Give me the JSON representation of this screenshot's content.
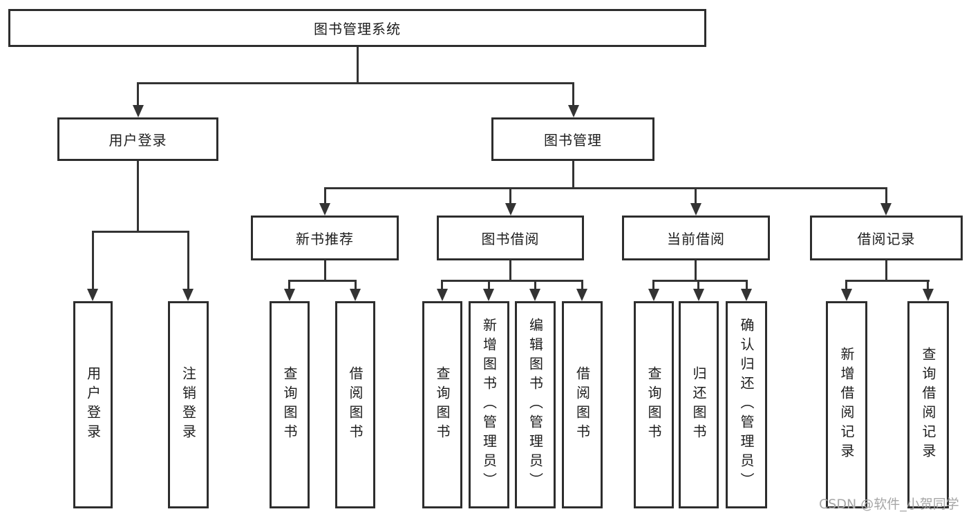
{
  "tree": {
    "label": "图书管理系统",
    "children": [
      {
        "label": "用户登录",
        "children": [
          {
            "label": "用户登录"
          },
          {
            "label": "注销登录"
          }
        ]
      },
      {
        "label": "图书管理",
        "children": [
          {
            "label": "新书推荐",
            "children": [
              {
                "label": "查询图书"
              },
              {
                "label": "借阅图书"
              }
            ]
          },
          {
            "label": "图书借阅",
            "children": [
              {
                "label": "查询图书"
              },
              {
                "label": "新增图书（管理员）"
              },
              {
                "label": "编辑图书（管理员）"
              },
              {
                "label": "借阅图书"
              }
            ]
          },
          {
            "label": "当前借阅",
            "children": [
              {
                "label": "查询图书"
              },
              {
                "label": "归还图书"
              },
              {
                "label": "确认归还（管理员）"
              }
            ]
          },
          {
            "label": "借阅记录",
            "children": [
              {
                "label": "新增借阅记录"
              },
              {
                "label": "查询借阅记录"
              }
            ]
          }
        ]
      }
    ]
  },
  "watermark": "CSDN @软件_小贺同学",
  "colors": {
    "line": "#333333",
    "border": "#2d2d2d",
    "text": "#1d1d1d",
    "watermark": "#a6a6a6",
    "background": "#ffffff"
  }
}
